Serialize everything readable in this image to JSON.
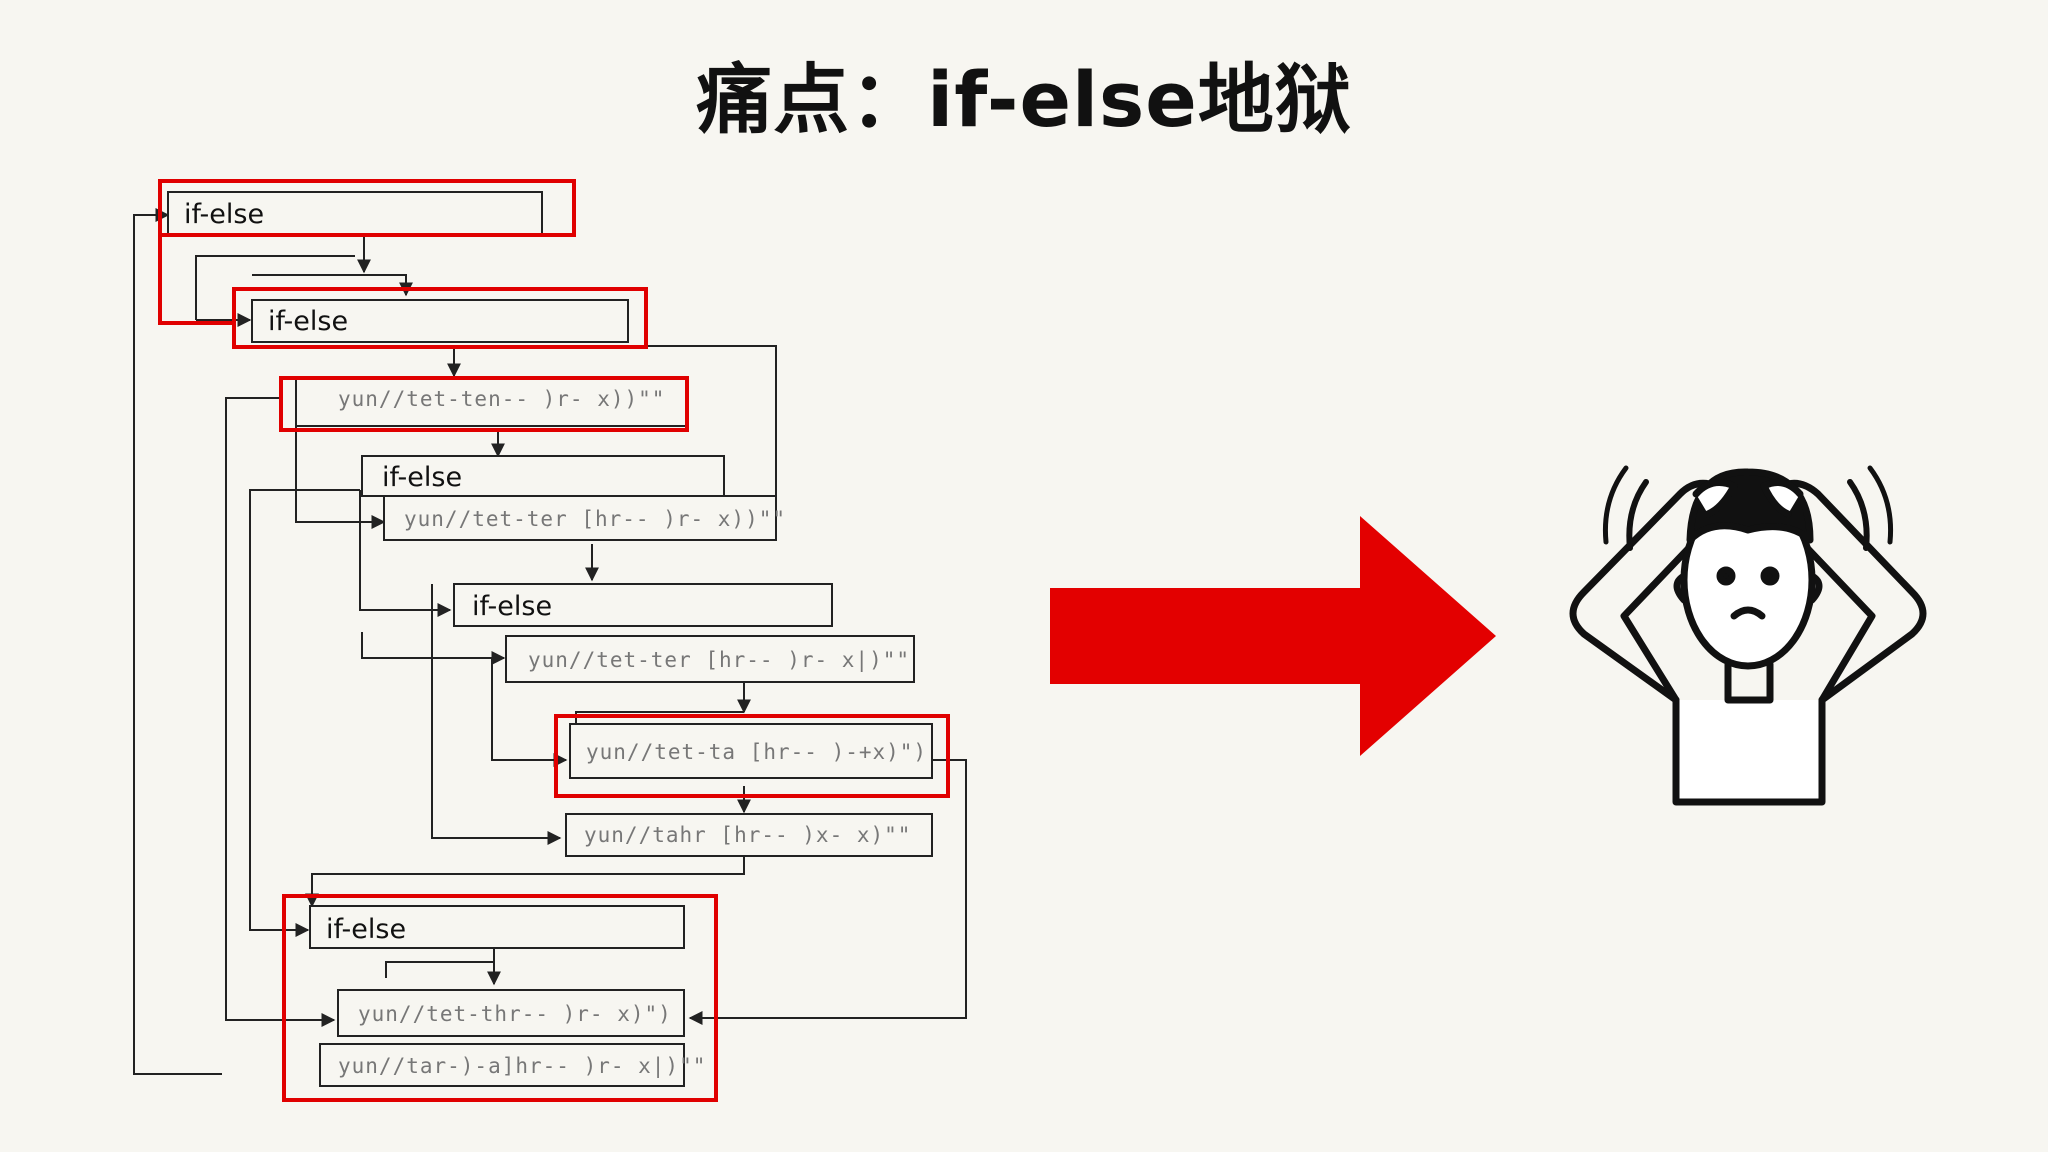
{
  "title": "痛点：if-else地狱",
  "diagram": {
    "ifelse_label": "if-else",
    "code_labels": [
      "yun//tet-ten-- )r- x))\"\"",
      "yun//tet-ter [hr-- )r- x))\"\"",
      "yun//tet-ter [hr-- )r- x|)\"\"",
      "yun//tet-ta [hr-- )-+x)\")",
      "yun//tahr [hr-- )x- x)\"\"",
      "yun//tet-thr-- )r- x)\")",
      "yun//tar-)-a]hr-- )r- x|)\"\""
    ],
    "colors": {
      "highlight": "#e00000",
      "line": "#222222",
      "arrow": "#e30000"
    },
    "icons": [
      "confused-person-icon",
      "big-red-arrow"
    ]
  }
}
